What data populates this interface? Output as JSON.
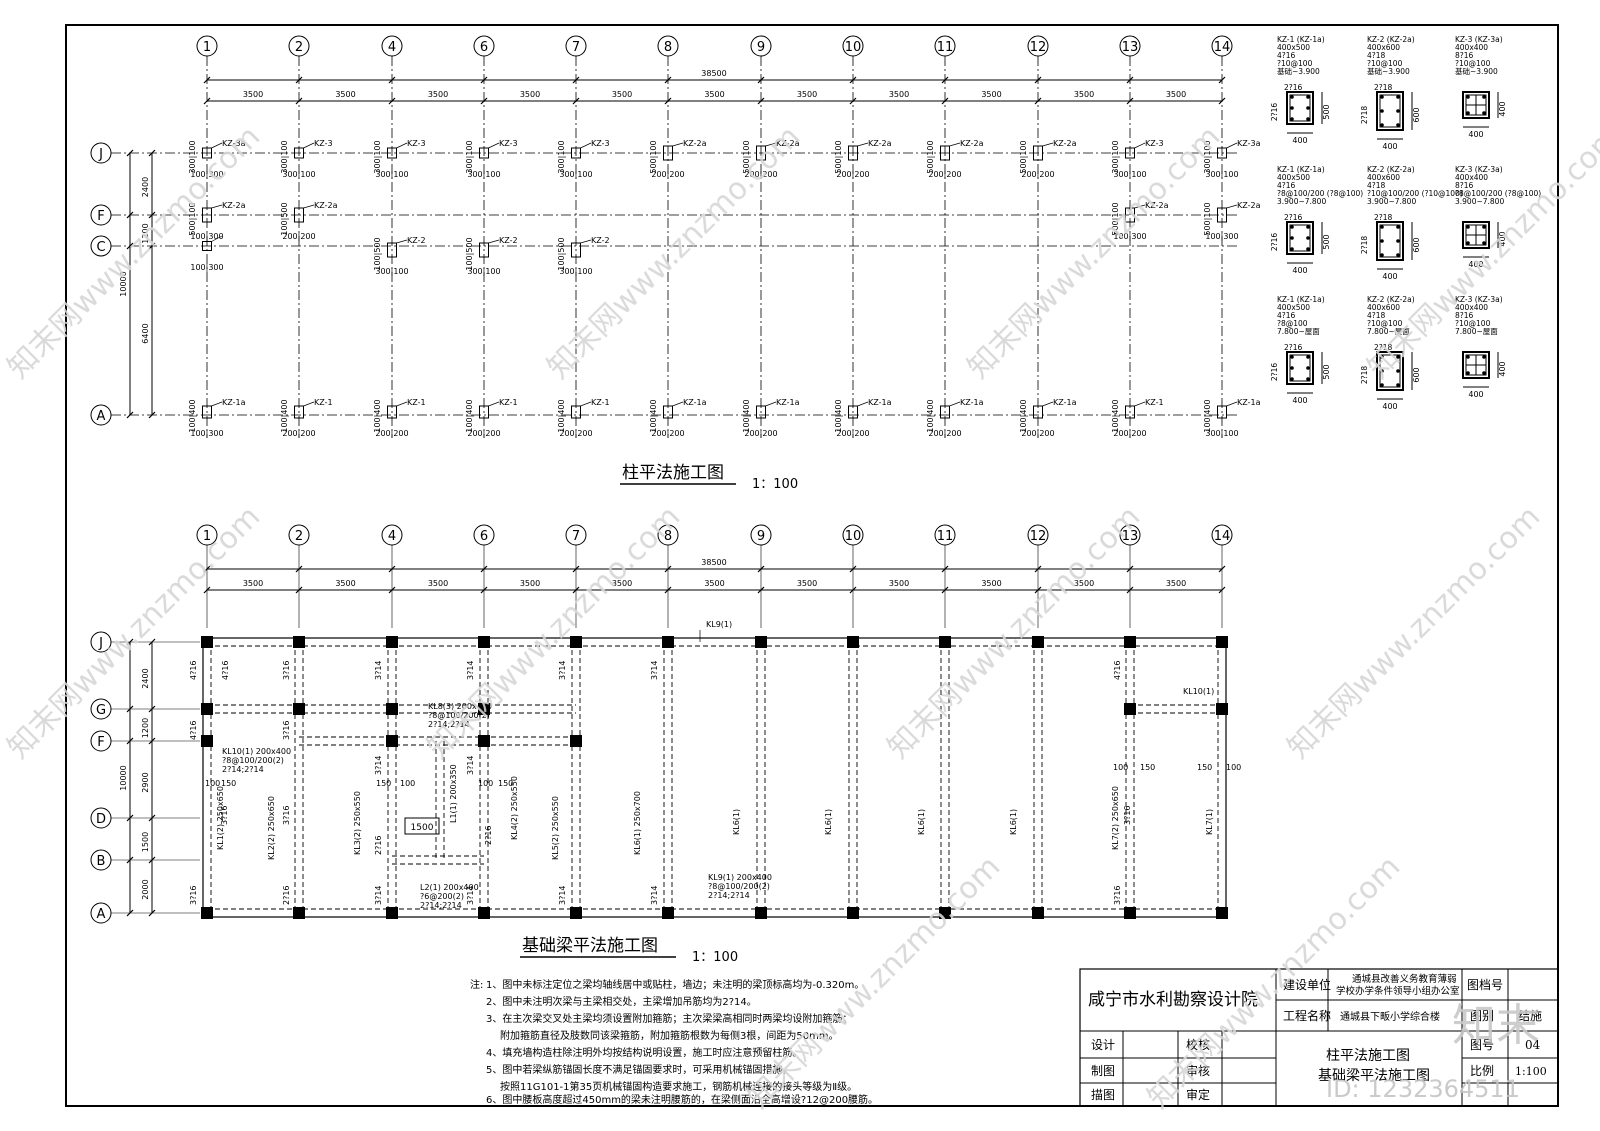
{
  "grid_cols": [
    "1",
    "2",
    "4",
    "6",
    "7",
    "8",
    "9",
    "10",
    "11",
    "12",
    "13",
    "14"
  ],
  "span_total": "38500",
  "span_each": "3500",
  "plan1": {
    "title": "柱平法施工图",
    "scale": "1：100",
    "row_labels": [
      "J",
      "F",
      "C",
      "A"
    ],
    "row_dims": [
      "2400",
      "1200",
      "6400"
    ],
    "total_dim": "10000",
    "row_J_cols": [
      "KZ-3a",
      "KZ-3",
      "KZ-3",
      "KZ-3",
      "KZ-3",
      "KZ-2a",
      "KZ-2a",
      "KZ-2a",
      "KZ-2a",
      "KZ-2a",
      "KZ-3",
      "KZ-3a"
    ],
    "row_F_cols": [
      "KZ-2a",
      "KZ-2a",
      "KZ-2a",
      "KZ-2a"
    ],
    "row_C_cols": [
      "KZ-2",
      "KZ-2",
      "KZ-2"
    ],
    "row_A_cols": [
      "KZ-1a",
      "KZ-1",
      "KZ-1",
      "KZ-1",
      "KZ-1",
      "KZ-1a",
      "KZ-1a",
      "KZ-1a",
      "KZ-1a",
      "KZ-1a",
      "KZ-1",
      "KZ-1a"
    ],
    "dim_pairs": [
      "300|100",
      "100|300",
      "200|200",
      "500|100",
      "100|400",
      "100|500"
    ]
  },
  "sections": [
    {
      "name": "KZ-1 (KZ-1a)",
      "size": "400x500",
      "rebar": "4?16",
      "hoop": "?10@100",
      "elev": "基础~3.900",
      "side": "2?16",
      "w": "400",
      "h": "500"
    },
    {
      "name": "KZ-2 (KZ-2a)",
      "size": "400x600",
      "rebar": "4?18",
      "hoop": "?10@100",
      "elev": "基础~3.900",
      "side": "2?18",
      "w": "400",
      "h": "600"
    },
    {
      "name": "KZ-3 (KZ-3a)",
      "size": "400x400",
      "rebar": "8?16",
      "hoop": "?10@100",
      "elev": "基础~3.900",
      "side": "",
      "w": "400",
      "h": "400"
    },
    {
      "name": "KZ-1 (KZ-1a)",
      "size": "400x500",
      "rebar": "4?16",
      "hoop": "?8@100/200 (?8@100)",
      "elev": "3.900~7.800",
      "side": "2?16",
      "w": "400",
      "h": "500"
    },
    {
      "name": "KZ-2 (KZ-2a)",
      "size": "400x600",
      "rebar": "4?18",
      "hoop": "?10@100/200 (?10@100)",
      "elev": "3.900~7.800",
      "side": "2?18",
      "w": "400",
      "h": "600"
    },
    {
      "name": "KZ-3 (KZ-3a)",
      "size": "400x400",
      "rebar": "8?16",
      "hoop": "?8@100/200 (?8@100)",
      "elev": "3.900~7.800",
      "side": "",
      "w": "400",
      "h": "400"
    },
    {
      "name": "KZ-1 (KZ-1a)",
      "size": "400x500",
      "rebar": "4?16",
      "hoop": "?8@100",
      "elev": "7.800~屋面",
      "side": "2?16",
      "w": "400",
      "h": "500"
    },
    {
      "name": "KZ-2 (KZ-2a)",
      "size": "400x600",
      "rebar": "4?18",
      "hoop": "?10@100",
      "elev": "7.800~屋面",
      "side": "2?18",
      "w": "400",
      "h": "600"
    },
    {
      "name": "KZ-3 (KZ-3a)",
      "size": "400x400",
      "rebar": "8?16",
      "hoop": "?10@100",
      "elev": "7.800~屋面",
      "side": "",
      "w": "400",
      "h": "400"
    }
  ],
  "plan2": {
    "title": "基础梁平法施工图",
    "scale": "1：100",
    "row_labels": [
      "J",
      "G",
      "F",
      "D",
      "B",
      "A"
    ],
    "row_dims": [
      "2400",
      "1200",
      "2900",
      "1500",
      "2000"
    ],
    "total_dim": "10000",
    "beam_labels": {
      "kl9_top": "KL9(1)",
      "kl9_bot": "KL9(1) 200x400",
      "kl9_bot2": "?8@100/200(2)",
      "kl9_bot3": "2?14;2?14",
      "kl10_left": "KL10(1) 200x400",
      "kl10_left2": "?8@100/200(2)",
      "kl10_left3": "2?14;2?14",
      "kl10_right": "KL10(1)",
      "kl8": "KL8(3) 200x400",
      "kl8_2": "?8@100/200(2)",
      "kl8_3": "2?14;2?14",
      "l2": "L2(1) 200x400",
      "l2_2": "?6@200(2)",
      "l2_3": "2?14;2?14",
      "l2_v": "L1(1) 200x350",
      "box": "1500",
      "kl6": "KL6(1)",
      "kl7": "KL7(1)",
      "kl1": "KL1(2) 250x650",
      "kl2": "KL2(2) 250x650",
      "kl3": "KL3(2) 250x550",
      "kl4": "KL4(2) 250x550",
      "kl5": "KL5(2) 250x550",
      "kl6_big": "KL6(1) 250x700",
      "kl7_big": "KL7(2) 250x650",
      "r3_16": "3?16",
      "r3_14": "3?14",
      "r2_16": "2?16",
      "r4_16": "4?16",
      "d100": "100",
      "d150": "150"
    }
  },
  "notes": {
    "prefix": "注:",
    "items": [
      "1、图中未标注定位之梁均轴线居中或贴柱，墙边；未注明的梁顶标高均为-0.320m。",
      "2、图中未注明次梁与主梁相交处，主梁增加吊筋均为2?14。",
      "3、在主次梁交叉处主梁均须设置附加箍筋；主次梁梁高相同时两梁均设附加箍筋；",
      "附加箍筋直径及肢数同该梁箍筋，附加箍筋根数为每侧3根，间距为50mm。",
      "4、填充墙构造柱除注明外均按结构说明设置，施工时应注意预留柱筋。",
      "5、图中若梁纵筋锚固长度不满足锚固要求时，可采用机械锚固措施，",
      "按照11G101-1第35页机械锚固构造要求施工，钢筋机械连接的接头等级为Ⅱ级。",
      "6、图中腰板高度超过450mm的梁未注明腰筋的，在梁侧面沿全高增设?12@200腰筋。"
    ]
  },
  "titleblock": {
    "company": "咸宁市水利勘察设计院",
    "owner_label": "建设单位",
    "owner_value_1": "通城县改善义务教育薄弱",
    "owner_value_2": "学校办学条件领导小组办公室",
    "project_label": "工程名称",
    "project_value": "通城县下畈小学综合楼",
    "archive_label": "图档号",
    "type_label": "图别",
    "type_value": "结施",
    "no_label": "图号",
    "no_value": "04",
    "scale_label": "比例",
    "scale_value": "1:100",
    "design": "设计",
    "check": "校核",
    "draw": "制图",
    "review": "审核",
    "trace": "描图",
    "approve": "审定",
    "drawing_title_1": "柱平法施工图",
    "drawing_title_2": "基础梁平法施工图"
  },
  "watermark": {
    "text": "知末网www.znzmo.com",
    "logo": "知末",
    "id": "ID: 1232364511"
  }
}
